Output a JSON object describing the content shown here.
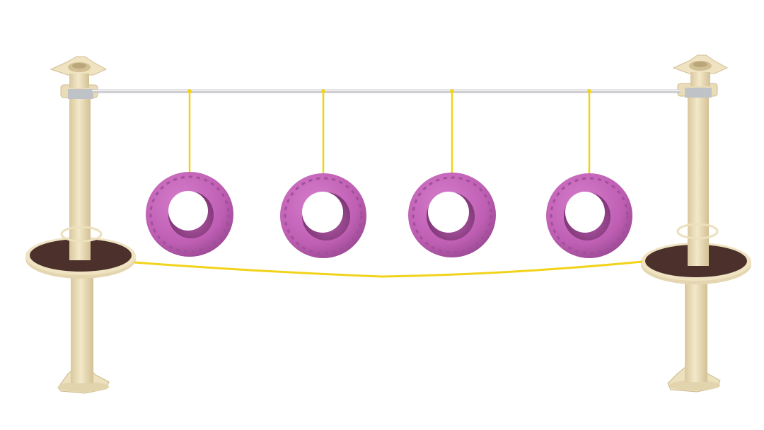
{
  "scene": {
    "background": "#ffffff",
    "post_color": "#efe3c2",
    "post_shade": "#d8c79e",
    "platform_top": "#4a2f2a",
    "platform_rim": "#efe3c2",
    "cable_color": "#d4d4d6",
    "rope_color": "#f2d31b",
    "tire_color": "#c466b8",
    "tire_shade": "#8e3f86",
    "tire_inner": "#6e2c67",
    "tire_count": 4,
    "objects": [
      "left-post",
      "right-post",
      "top-cable",
      "bottom-rope",
      "tire-1",
      "tire-2",
      "tire-3",
      "tire-4"
    ]
  }
}
